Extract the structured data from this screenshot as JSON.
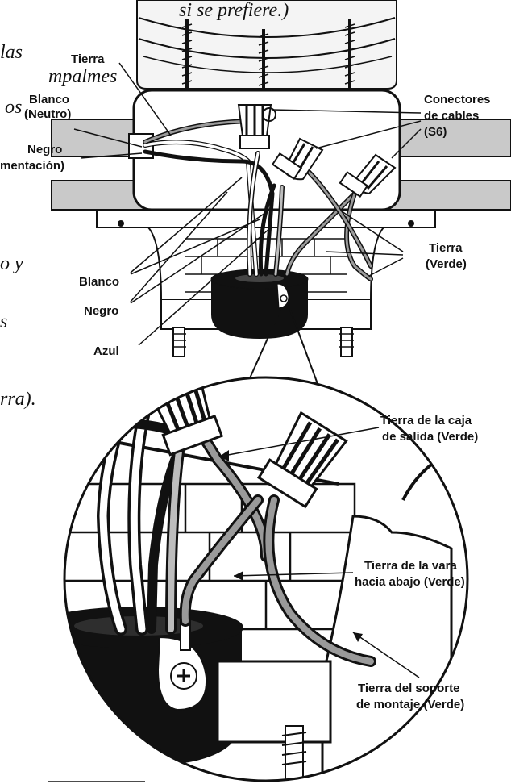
{
  "fragment_text": {
    "top": "si se prefiere.)",
    "las": "las",
    "empalmes": "mpalmes",
    "os": "os",
    "oy": "o y",
    "s": "s",
    "rra": "rra)."
  },
  "labels": {
    "tierra": "Tierra",
    "blanco_neutro_1": "Blanco",
    "blanco_neutro_2": "(Neutro)",
    "negro_alim_1": "Negro",
    "negro_alim_2": "mentación)",
    "conectores_1": "Conectores",
    "conectores_2": "de cables",
    "conectores_3": "(S6)",
    "tierra_verde_1": "Tierra",
    "tierra_verde_2": "(Verde)",
    "blanco": "Blanco",
    "negro": "Negro",
    "azul": "Azul",
    "tierra_caja_1": "Tierra de la caja",
    "tierra_caja_2": "de salida (Verde)",
    "tierra_vara_1": "Tierra de la vara",
    "tierra_vara_2": "hacia abajo (Verde)",
    "tierra_soporte_1": "Tierra del soporte",
    "tierra_soporte_2": "de montaje (Verde)"
  },
  "colors": {
    "black": "#111111",
    "wire_gray": "#9a9a9a",
    "light_gray": "#bdbdbd",
    "white": "#ffffff"
  }
}
